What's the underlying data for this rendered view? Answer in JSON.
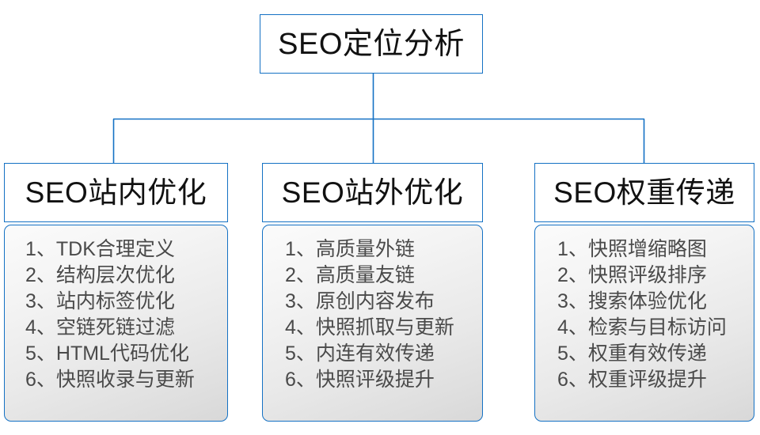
{
  "diagram": {
    "type": "organizational-tree",
    "root": {
      "label": "SEO定位分析"
    },
    "accent_color": "#1471C4",
    "text_color": "#111111",
    "item_text_color": "#4a4a4a",
    "branches": [
      {
        "header": "SEO站内优化",
        "items": [
          "1、TDK合理定义",
          "2、结构层次优化",
          "3、站内标签优化",
          "4、空链死链过滤",
          "5、HTML代码优化",
          "6、快照收录与更新"
        ]
      },
      {
        "header": "SEO站外优化",
        "items": [
          "1、高质量外链",
          "2、高质量友链",
          "3、原创内容发布",
          "4、快照抓取与更新",
          "5、内连有效传递",
          "6、快照评级提升"
        ]
      },
      {
        "header": "SEO权重传递",
        "items": [
          "1、快照增缩略图",
          "2、快照评级排序",
          "3、搜索体验优化",
          "4、检索与目标访问",
          "5、权重有效传递",
          "6、权重评级提升"
        ]
      }
    ]
  }
}
